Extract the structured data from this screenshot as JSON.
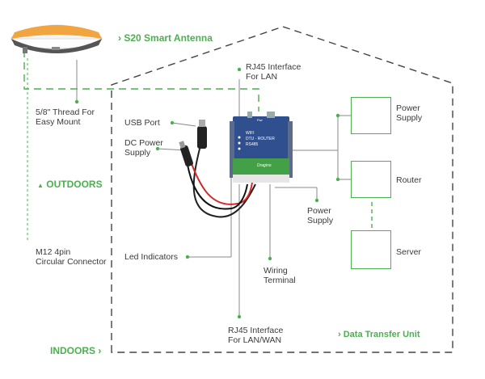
{
  "title": "S20 Smart Antenna",
  "zones": {
    "outdoors": "OUTDOORS",
    "indoors": "INDOORS",
    "dtu": "Data Transfer Unit"
  },
  "labels": {
    "thread": [
      "5/8\" Thread For",
      "Easy Mount"
    ],
    "rj45_top": [
      "RJ45 Interface",
      "For LAN"
    ],
    "usb": "USB Port",
    "dc": [
      "DC Power",
      "Supply"
    ],
    "m12": [
      "M12 4pin",
      "Circular Connector"
    ],
    "led": "Led Indicators",
    "wiring": [
      "Wiring",
      "Terminal"
    ],
    "rj45_bottom": [
      "RJ45 Interface",
      "For LAN/WAN"
    ],
    "power_supply_device": [
      "Power",
      "Supply"
    ],
    "power_supply_port": [
      "Power",
      "Supply"
    ],
    "router": "Router",
    "server": "Server"
  },
  "device": {
    "line1": "WIFI",
    "line2": "DTU · ROUTER",
    "line3": "RS485",
    "brand": "Dragino",
    "power_label": "Pwr"
  },
  "colors": {
    "accent": "#4caf50",
    "dash": "#333333",
    "device_body": "#2f4f8f",
    "device_band": "#43a047"
  }
}
